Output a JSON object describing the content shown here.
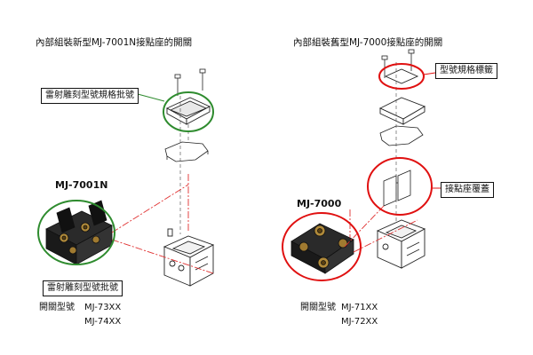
{
  "left_panel": {
    "title": "內部組裝新型MJ-7001N接點座的開關",
    "callout_top": "雷射雕刻型號規格批號",
    "model_label": "MJ-7001N",
    "callout_bottom": "雷射雕刻型號批號",
    "switch_model_label": "開關型號",
    "switch_models": [
      "MJ-73XX",
      "MJ-74XX"
    ]
  },
  "right_panel": {
    "title": "內部組裝舊型MJ-7000接點座的開關",
    "callout_label_sticker": "型號規格標籤",
    "callout_cover": "接點座覆蓋",
    "model_label": "MJ-7000",
    "switch_model_label": "開關型號",
    "switch_models": [
      "MJ-71XX",
      "MJ-72XX"
    ]
  },
  "colors": {
    "highlight_green": "#2e8b2e",
    "highlight_red": "#e01010",
    "leader_red": "#e03030"
  }
}
